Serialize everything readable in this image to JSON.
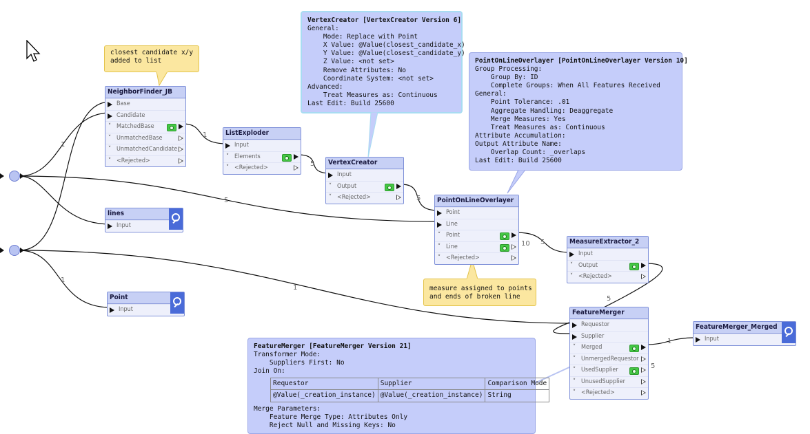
{
  "cursor": "arrow-cursor",
  "transformers": {
    "neighborfinder": {
      "title": "NeighborFinder_JB",
      "ports": [
        "Base",
        "Candidate",
        "MatchedBase",
        "UnmatchedBase",
        "UnmatchedCandidate",
        "<Rejected>"
      ]
    },
    "listexploder": {
      "title": "ListExploder",
      "ports": [
        "Input",
        "Elements",
        "<Rejected>"
      ]
    },
    "vertexcreator": {
      "title": "VertexCreator",
      "ports": [
        "Input",
        "Output",
        "<Rejected>"
      ]
    },
    "pointonline": {
      "title": "PointOnLineOverlayer",
      "ports": [
        "Point",
        "Line",
        "Point",
        "Line",
        "<Rejected>"
      ]
    },
    "measureextractor": {
      "title": "MeasureExtractor_2",
      "ports": [
        "Input",
        "Output",
        "<Rejected>"
      ]
    },
    "featuremerger": {
      "title": "FeatureMerger",
      "ports": [
        "Requestor",
        "Supplier",
        "Merged",
        "UnmergedRequestor",
        "UsedSupplier",
        "UnusedSupplier",
        "<Rejected>"
      ]
    }
  },
  "inspectors": {
    "lines": {
      "title": "lines",
      "port": "Input"
    },
    "point": {
      "title": "Point",
      "port": "Input"
    },
    "merged": {
      "title": "FeatureMerger_Merged",
      "port": "Input"
    }
  },
  "annotations": {
    "closest": "closest candidate x/y\nadded to list",
    "measure": "measure assigned to points\nand ends of broken line"
  },
  "notes": {
    "vertexcreator_head": "VertexCreator [VertexCreator Version 6]",
    "vertexcreator_body": "General:\n    Mode: Replace with Point\n    X Value: @Value(closest_candidate_x)\n    Y Value: @Value(closest_candidate_y)\n    Z Value: <not set>\n    Remove Attributes: No\n    Coordinate System: <not set>\nAdvanced:\n    Treat Measures as: Continuous\nLast Edit: Build 25600",
    "pointonline_head": "PointOnLineOverlayer [PointOnLineOverlayer Version 10]",
    "pointonline_body": "Group Processing:\n    Group By: ID\n    Complete Groups: When All Features Received\nGeneral:\n    Point Tolerance: .01\n    Aggregate Handling: Deaggregate\n    Merge Measures: Yes\n    Treat Measures as: Continuous\nAttribute Accumulation:\nOutput Attribute Name:\n    Overlap Count: _overlaps\nLast Edit: Build 25600",
    "featuremerger_head": "FeatureMerger [FeatureMerger Version 21]",
    "featuremerger_body1": "Transformer Mode:\n    Suppliers First: No\nJoin On:",
    "join_headers": [
      "Requestor",
      "Supplier",
      "Comparison Mode"
    ],
    "join_row": [
      "@Value(_creation_instance)",
      "@Value(_creation_instance)",
      "String"
    ],
    "featuremerger_body2": "Merge Parameters:\n    Feature Merge Type: Attributes Only\n    Reject Null and Missing Keys: No"
  },
  "wire_labels": {
    "j1_nf": "1",
    "matched_le": "1",
    "elements_vc": "5",
    "output_pol": "5",
    "j1_line": "5",
    "point_count": "10",
    "point_me": "5",
    "j2_point": "1",
    "j2_fm": "1",
    "me_fm": "5",
    "merged_insp": "1",
    "used_supplier": "5"
  }
}
